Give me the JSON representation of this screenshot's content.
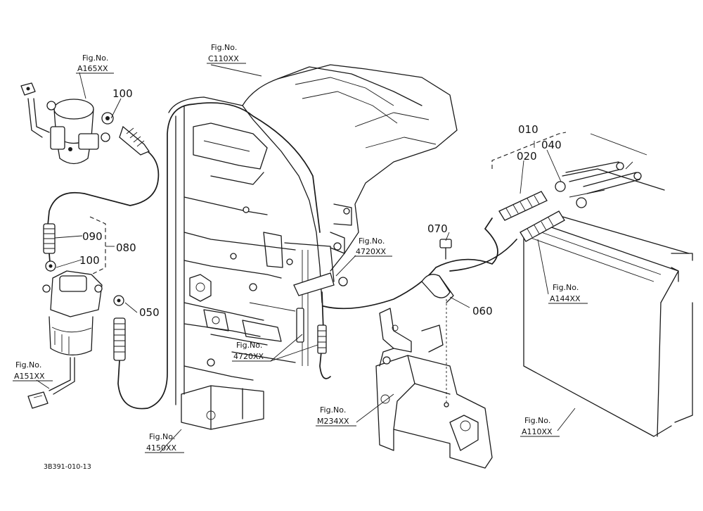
{
  "diagram": {
    "caption": "3B391-010-13",
    "part_numbers": {
      "p010": "010",
      "p020": "020",
      "p040": "040",
      "p050": "050",
      "p060": "060",
      "p070": "070",
      "p080": "080",
      "p090": "090",
      "p100_top": "100",
      "p100_mid": "100"
    },
    "figure_refs": [
      {
        "id": "a165",
        "line1": "Fig.No.",
        "line2": "A165XX"
      },
      {
        "id": "c110",
        "line1": "Fig.No.",
        "line2": "C110XX"
      },
      {
        "id": "a151",
        "line1": "Fig.No.",
        "line2": "A151XX"
      },
      {
        "id": "4150",
        "line1": "Fig.No.",
        "line2": "4150XX"
      },
      {
        "id": "4720a",
        "line1": "Fig.No.",
        "line2": "4720XX"
      },
      {
        "id": "4720b",
        "line1": "Fig.No.",
        "line2": "4720XX"
      },
      {
        "id": "m234",
        "line1": "Fig.No.",
        "line2": "M234XX"
      },
      {
        "id": "a144",
        "line1": "Fig.No.",
        "line2": "A144XX"
      },
      {
        "id": "a110",
        "line1": "Fig.No.",
        "line2": "A110XX"
      }
    ],
    "colors": {
      "line": "#1a1a1a",
      "background": "#ffffff"
    }
  }
}
